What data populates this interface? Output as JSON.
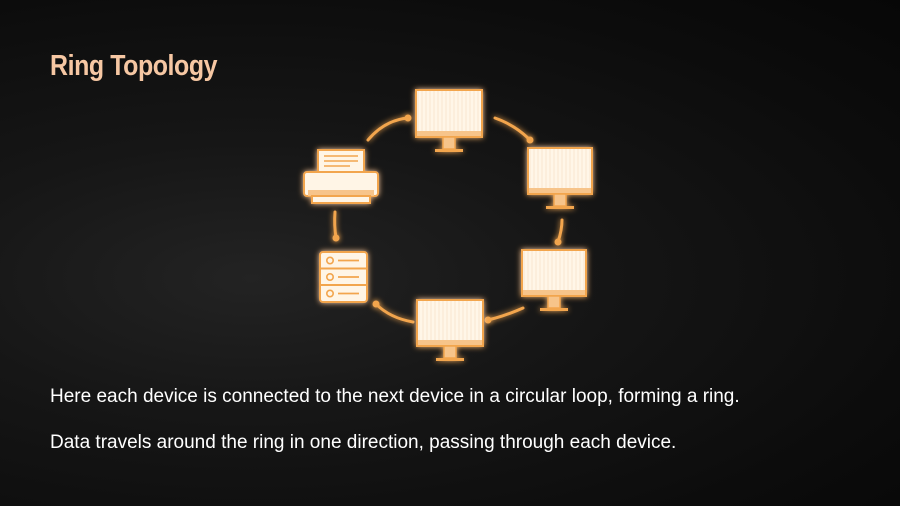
{
  "slide": {
    "title": "Ring Topology",
    "description_1": "Here each device is connected to the next device in a circular loop, forming a ring.",
    "description_2": "Data travels around the ring in one direction, passing through each device."
  },
  "diagram": {
    "topology": "ring",
    "devices": [
      {
        "name": "monitor-top",
        "icon": "monitor-icon"
      },
      {
        "name": "monitor-upper-right",
        "icon": "monitor-icon"
      },
      {
        "name": "monitor-lower-right",
        "icon": "monitor-icon"
      },
      {
        "name": "monitor-bottom",
        "icon": "monitor-icon"
      },
      {
        "name": "server-left",
        "icon": "server-icon"
      },
      {
        "name": "printer-upper-left",
        "icon": "printer-icon"
      }
    ],
    "colors": {
      "accent": "#f2a54e",
      "device_fill": "#fff5e6",
      "title": "#f6c7a3",
      "text": "#ffffff"
    }
  }
}
